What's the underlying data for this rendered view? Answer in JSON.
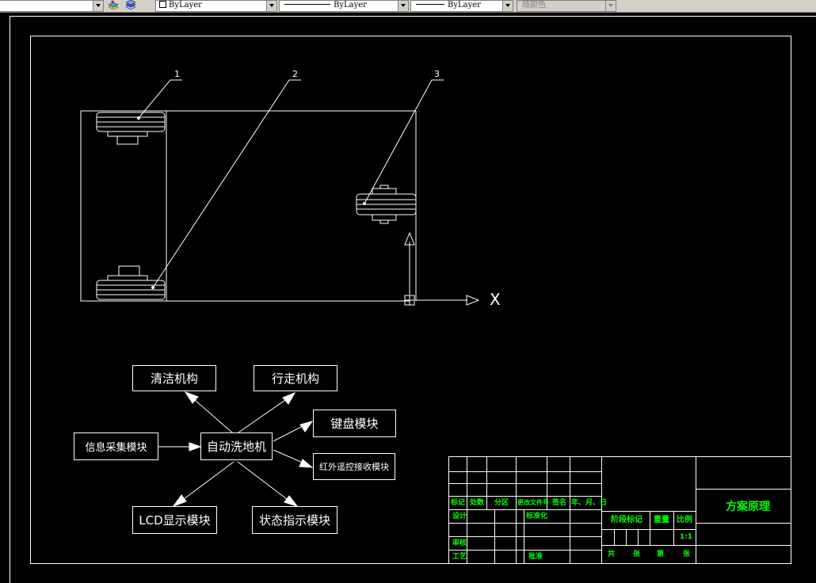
{
  "toolbar": {
    "color_value": "ByLayer",
    "linetype_value": "ByLayer",
    "lineweight_value": "ByLayer",
    "plotstyle_value": "随颜色"
  },
  "callouts": [
    "1",
    "2",
    "3"
  ],
  "axis_label": "X",
  "blocks": {
    "clean": "清洁机构",
    "walk": "行走机构",
    "keyboard": "键盘模块",
    "info": "信息采集模块",
    "main": "自动洗地机",
    "ir": "红外遥控接收模块",
    "lcd": "LCD显示模块",
    "status": "状态指示模块"
  },
  "title_block": {
    "h_mark": "标记",
    "h_count": "处数",
    "h_zone": "分区",
    "h_docno": "更改文件号",
    "h_sign": "签名",
    "h_date": "年、月、日",
    "design": "设计",
    "standard": "标准化",
    "review": "审核",
    "process": "工艺",
    "approve": "批准",
    "stage": "阶段标记",
    "weight": "重量",
    "scale": "比例",
    "scale_value": "1:1",
    "total": "共",
    "sheets1": "张",
    "no": "第",
    "sheets2": "张",
    "title": "方案原理"
  }
}
